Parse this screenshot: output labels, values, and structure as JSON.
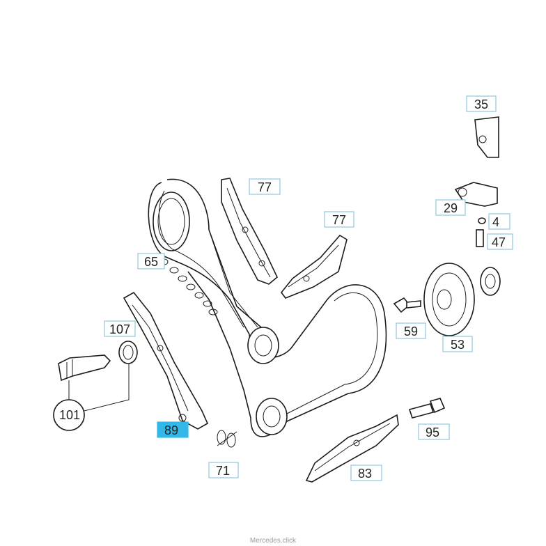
{
  "diagram": {
    "callouts": [
      {
        "id": "35",
        "label": "35"
      },
      {
        "id": "77a",
        "label": "77"
      },
      {
        "id": "77b",
        "label": "77"
      },
      {
        "id": "29",
        "label": "29"
      },
      {
        "id": "4",
        "label": "4"
      },
      {
        "id": "47",
        "label": "47"
      },
      {
        "id": "65",
        "label": "65"
      },
      {
        "id": "107",
        "label": "107"
      },
      {
        "id": "59",
        "label": "59"
      },
      {
        "id": "53",
        "label": "53"
      },
      {
        "id": "101",
        "label": "101"
      },
      {
        "id": "89",
        "label": "89",
        "selected": true
      },
      {
        "id": "95",
        "label": "95"
      },
      {
        "id": "71",
        "label": "71"
      },
      {
        "id": "83",
        "label": "83"
      }
    ],
    "highlight_color": "#33b8ea",
    "label_border_color": "#8fc8e0"
  },
  "footer": {
    "watermark": "Mercedes.click"
  }
}
